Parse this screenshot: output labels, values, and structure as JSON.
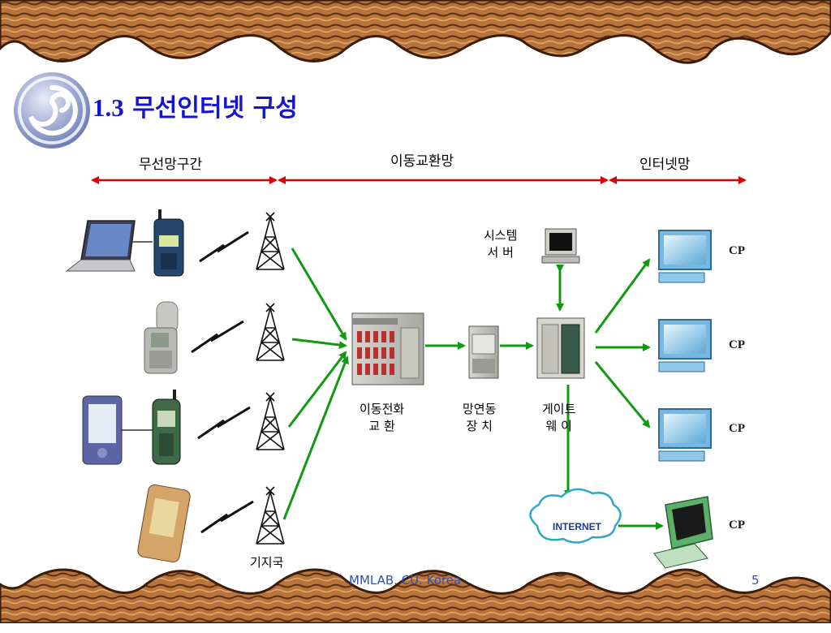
{
  "title": {
    "number": "1.3",
    "text": "무선인터넷 구성"
  },
  "segments": {
    "wireless": "무선망구간",
    "mobile_exchange": "이동교환망",
    "internet": "인터넷망"
  },
  "labels": {
    "system_server": [
      "시스템",
      "서  버"
    ],
    "msc": [
      "이동전화",
      "교    환"
    ],
    "iwf": [
      "망연동",
      "장  치"
    ],
    "gateway": [
      "게이트",
      "웨    이"
    ],
    "base_station": "기지국",
    "internet_cloud": "INTERNET",
    "cp": "CP"
  },
  "footer": {
    "text": "MMLAB. CU. Korea",
    "page": "5"
  },
  "colors": {
    "title": "#1515d0",
    "arrow_green": "#119911",
    "segment_red": "#dd0000",
    "footer": "#2a4fb5"
  }
}
